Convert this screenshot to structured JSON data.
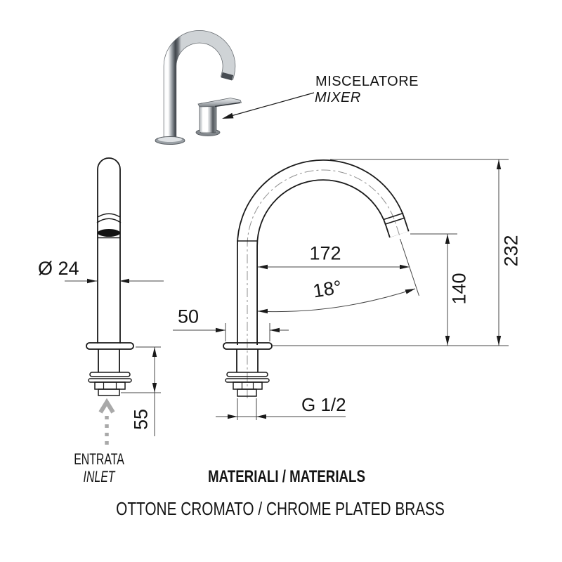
{
  "photo": {
    "label_primary": "MISCELATORE",
    "label_secondary": "MIXER"
  },
  "dimensions": {
    "spout_diameter": "Ø 24",
    "reach": "172",
    "spout_angle": "18°",
    "base_width": "50",
    "outlet_height": "140",
    "total_height": "232",
    "shank_length": "55",
    "thread_size": "G 1/2"
  },
  "inlet": {
    "label_primary": "ENTRATA",
    "label_secondary": "INLET"
  },
  "materials": {
    "heading": "MATERIALI / MATERIALS",
    "value": "OTTONE CROMATO / CHROME PLATED BRASS"
  },
  "colors": {
    "object_line": "#1a1a1a",
    "dimension_line": "#444444",
    "inlet_arrow": "#a9a9a9",
    "background": "#ffffff",
    "chrome_dark": "#41464c",
    "chrome_light": "#fafbfc"
  }
}
